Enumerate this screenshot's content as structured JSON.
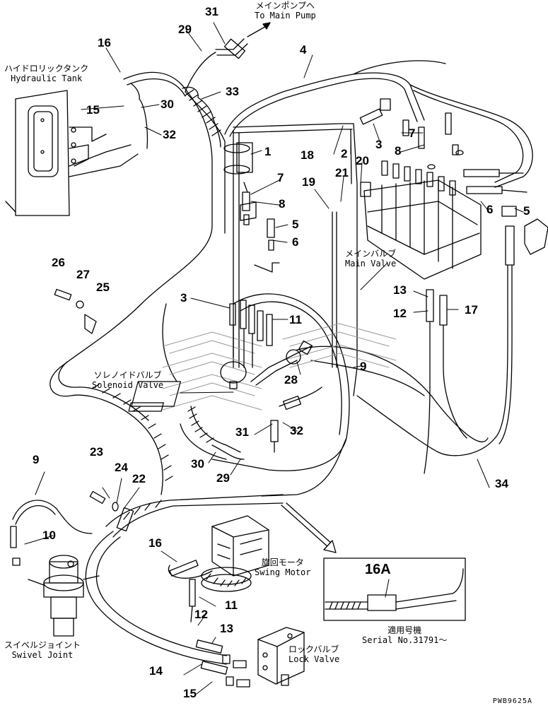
{
  "part_numbers": {
    "p1": "1",
    "p2": "2",
    "p3a": "3",
    "p3b": "3",
    "p4": "4",
    "p5a": "5",
    "p5b": "5",
    "p6a": "6",
    "p6b": "6",
    "p7a": "7",
    "p7b": "7",
    "p8a": "8",
    "p8b": "8",
    "p9a": "9",
    "p9b": "9",
    "p10": "10",
    "p11a": "11",
    "p11b": "11",
    "p12a": "12",
    "p12b": "12",
    "p13a": "13",
    "p13b": "13",
    "p14": "14",
    "p15a": "15",
    "p15b": "15",
    "p16a": "16",
    "p16b": "16",
    "p16A": "16A",
    "p17": "17",
    "p18": "18",
    "p19": "19",
    "p20": "20",
    "p21": "21",
    "p22": "22",
    "p23": "23",
    "p24": "24",
    "p25": "25",
    "p26": "26",
    "p27": "27",
    "p28": "28",
    "p29a": "29",
    "p29b": "29",
    "p30a": "30",
    "p30b": "30",
    "p31a": "31",
    "p31b": "31",
    "p32a": "32",
    "p32b": "32",
    "p33": "33",
    "p34": "34"
  },
  "labels": {
    "main_pump_jp": "メインポンプへ",
    "main_pump_en": "To Main Pump",
    "hydraulic_tank_jp": "ハイドロリックタンク",
    "hydraulic_tank_en": "Hydraulic Tank",
    "main_valve_jp": "メインバルブ",
    "main_valve_en": "Main Valve",
    "solenoid_valve_jp": "ソレノイドバルブ",
    "solenoid_valve_en": "Solenoid Valve",
    "swing_motor_jp": "旋回モータ",
    "swing_motor_en": "Swing Motor",
    "swivel_joint_jp": "スイベルジョイント",
    "swivel_joint_en": "Swivel Joint",
    "lock_valve_jp": "ロックバルブ",
    "lock_valve_en": "Lock Valve",
    "serial_jp": "適用号機",
    "serial_en": "Serial No.31791～"
  },
  "footer_code": "PWB9625A"
}
